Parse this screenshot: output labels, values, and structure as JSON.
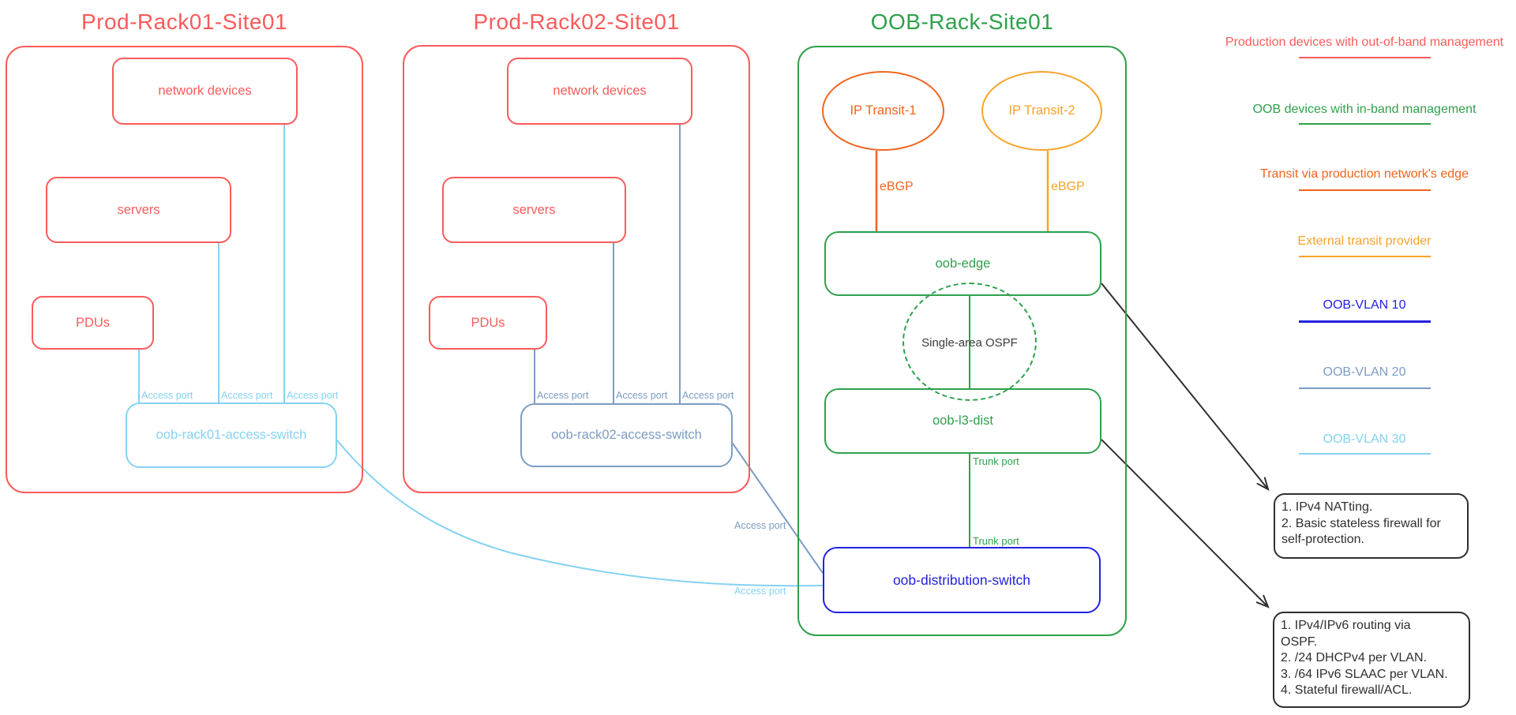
{
  "palette": {
    "production_red": "#fb5b5b",
    "oob_green": "#2ea14b",
    "transit_edge_orange": "#f0641e",
    "external_provider_amber": "#f8a329",
    "vlan10_blue": "#2222e0",
    "vlan20_steel_blue": "#7d9cc2",
    "vlan30_light_blue": "#85d2f2",
    "annotation_ink": "#2f2f2f"
  },
  "racks": {
    "rack1": {
      "title": "Prod-Rack01-Site01",
      "network_devices": "network devices",
      "servers": "servers",
      "pdus": "PDUs",
      "switch": "oob-rack01-access-switch"
    },
    "rack2": {
      "title": "Prod-Rack02-Site01",
      "network_devices": "network devices",
      "servers": "servers",
      "pdus": "PDUs",
      "switch": "oob-rack02-access-switch"
    },
    "oob": {
      "title": "OOB-Rack-Site01",
      "transit1": "IP Transit-1",
      "transit2": "IP Transit-2",
      "ebgp": "eBGP",
      "edge": "oob-edge",
      "ospf": "Single-area OSPF",
      "l3dist": "oob-l3-dist",
      "dist": "oob-distribution-switch"
    }
  },
  "labels": {
    "access_port": "Access port",
    "trunk_port": "Trunk port"
  },
  "legend": [
    {
      "label": "Production devices with out-of-band management",
      "color": "#fb5b5b"
    },
    {
      "label": "OOB devices with in-band management",
      "color": "#2ea14b"
    },
    {
      "label": "Transit via production network's edge",
      "color": "#f0641e"
    },
    {
      "label": "External transit provider",
      "color": "#f8a329"
    },
    {
      "label": "OOB-VLAN 10",
      "color": "#2222e0"
    },
    {
      "label": "OOB-VLAN 20",
      "color": "#7d9cc2"
    },
    {
      "label": "OOB-VLAN 30",
      "color": "#85d2f2"
    }
  ],
  "notes": {
    "note1": [
      "1. IPv4 NATting.",
      "2. Basic stateless firewall for",
      "self-protection."
    ],
    "note2": [
      "1. IPv4/IPv6 routing via",
      "OSPF.",
      "2. /24 DHCPv4 per VLAN.",
      "3. /64 IPv6 SLAAC per VLAN.",
      "4. Stateful firewall/ACL."
    ]
  }
}
